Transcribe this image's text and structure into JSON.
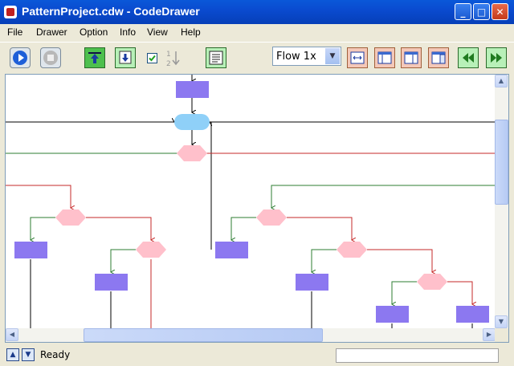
{
  "window": {
    "title": "PatternProject.cdw - CodeDrawer"
  },
  "menu": [
    "File",
    "Drawer",
    "Option",
    "Info",
    "View",
    "Help"
  ],
  "toolbar": {
    "flow_select_value": "Flow 1x"
  },
  "status": {
    "text": "Ready"
  },
  "colors": {
    "process": "#8c78f0",
    "decision": "#ffc0cb",
    "terminal": "#8fd0f8",
    "true_branch": "#2e7d32",
    "false_branch": "#c62828"
  }
}
